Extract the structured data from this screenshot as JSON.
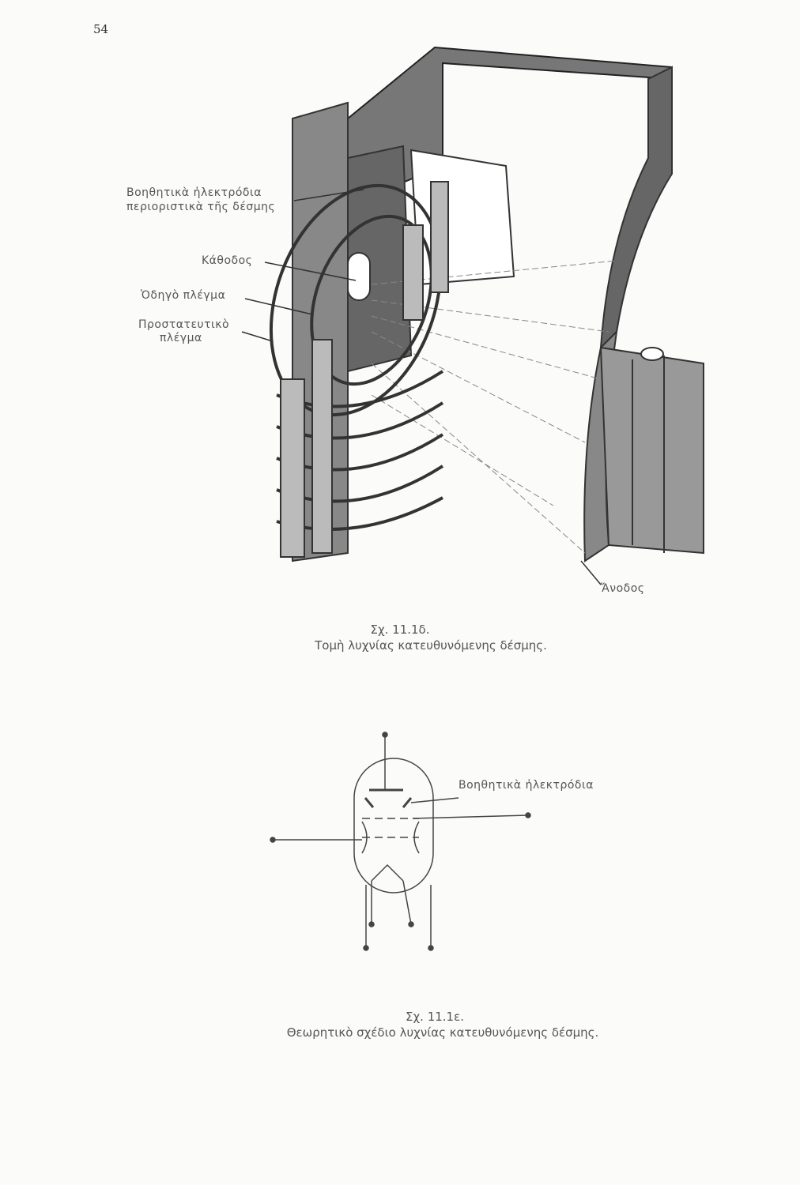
{
  "page_number": "54",
  "figure_d": {
    "labels": {
      "aux_electrodes_line1": "Βοηθητικὰ ἠλεκτρόδια",
      "aux_electrodes_line2": "περιοριστικὰ τῆς δέσμης",
      "cathode": "Κάθοδος",
      "control_grid": "Ὁδηγὸ πλέγμα",
      "screen_grid_line1": "Προστατευτικὸ",
      "screen_grid_line2": "πλέγμα",
      "anode": "Ἄνοδος"
    },
    "number": "Σχ. 11.1δ.",
    "caption": "Τομὴ λυχνίας κατευθυνόμενης δέσμης."
  },
  "figure_e": {
    "labels": {
      "aux_electrodes": "Βοηθητικὰ ἠλεκτρόδια"
    },
    "number": "Σχ. 11.1ε.",
    "caption": "Θεωρητικὸ σχέδιο λυχνίας κατευθυνόμενης δέσμης."
  }
}
